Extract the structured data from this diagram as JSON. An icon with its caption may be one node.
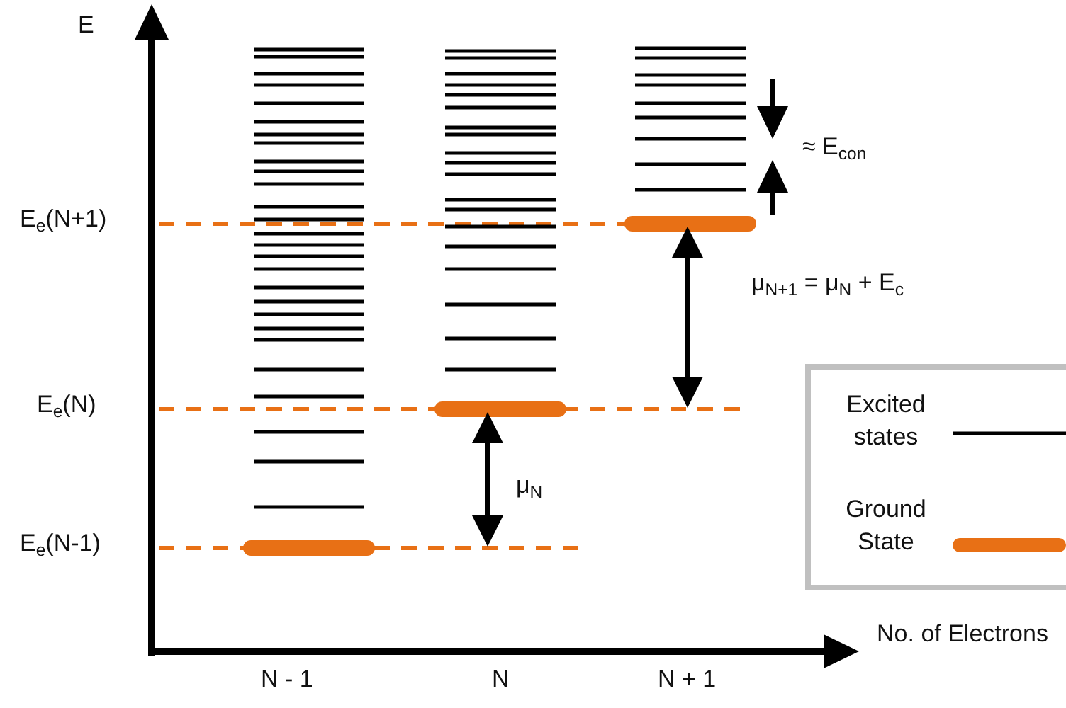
{
  "diagram": {
    "labels": [
      "E",
      "E$_{e}$(N+1)",
      "E$_{e}$(N)",
      "E$_{e}$(N-1)",
      "≈ E$_{con}$",
      "μ$_{N+1}$ = μ$_{N}$ + E$_{c}$",
      "μ$_{N}$",
      "N - 1",
      "N",
      "N + 1",
      "No. of Electrons"
    ],
    "legend": [
      {
        "text": "Excited states"
      },
      {
        "text": "Ground State"
      }
    ]
  }
}
